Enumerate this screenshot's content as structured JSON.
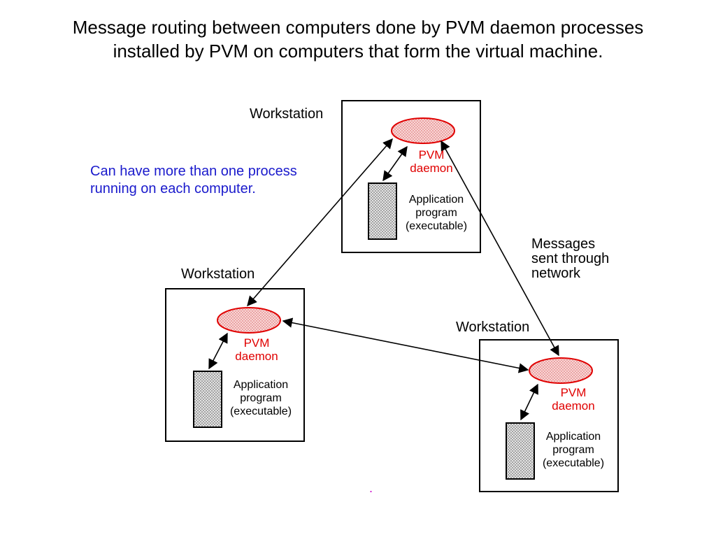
{
  "title": {
    "line1": "Message routing between computers done by PVM daemon processes",
    "line2": "installed by PVM on computers that form the virtual machine."
  },
  "note": {
    "line1": "Can have more than one process",
    "line2": "running on each computer."
  },
  "messages_label": {
    "line1": "Messages",
    "line2": "sent through",
    "line3": "network"
  },
  "workstations": [
    {
      "label": "Workstation",
      "daemon_line1": "PVM",
      "daemon_line2": "daemon",
      "app_line1": "Application",
      "app_line2": "program",
      "app_line3": "(executable)"
    },
    {
      "label": "Workstation",
      "daemon_line1": "PVM",
      "daemon_line2": "daemon",
      "app_line1": "Application",
      "app_line2": "program",
      "app_line3": "(executable)"
    },
    {
      "label": "Workstation",
      "daemon_line1": "PVM",
      "daemon_line2": "daemon",
      "app_line1": "Application",
      "app_line2": "program",
      "app_line3": "(executable)"
    }
  ],
  "footer_mark": ".",
  "colors": {
    "daemon_text": "#e00000",
    "daemon_outline": "#e00000",
    "daemon_fill": "#f6caca",
    "note_text": "#1a1acc",
    "footer_mark": "#cc00cc"
  }
}
